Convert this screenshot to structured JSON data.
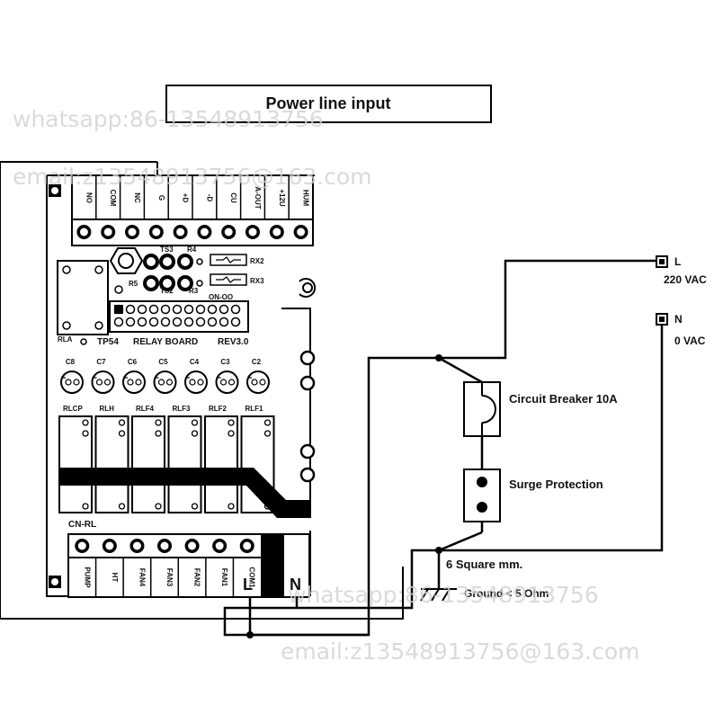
{
  "title": "Power line input",
  "board": {
    "top_terminals": [
      "NO",
      "COM",
      "NC",
      "G",
      "+D",
      "-D",
      "CU",
      "A-OUT",
      "+12U",
      "HUM"
    ],
    "ts3": "TS3",
    "ts2": "TS2",
    "r4": "R4",
    "r3": "R3",
    "r5": "R5",
    "rx2": "RX2",
    "rx3": "RX3",
    "onoff": "ON-OO",
    "rla": "RLA",
    "board_name": "TP54",
    "board_text": "RELAY BOARD",
    "board_rev": "REV3.0",
    "capacitors": [
      "C8",
      "C7",
      "C6",
      "C5",
      "C4",
      "C3",
      "C2"
    ],
    "relays": [
      "RLCP",
      "RLH",
      "RLF4",
      "RLF3",
      "RLF2",
      "RLF1"
    ],
    "cn_rl": "CN-RL",
    "bottom_terminals": [
      "PUMP",
      "HT",
      "FAN4",
      "FAN3",
      "FAN2",
      "FAN1",
      "COM1"
    ],
    "terminal_l": "L",
    "terminal_n": "N"
  },
  "supply": {
    "l_label": "L",
    "l_voltage": "220 VAC",
    "n_label": "N",
    "n_voltage": "0  VAC"
  },
  "components": {
    "breaker": "Circuit Breaker 10A",
    "surge": "Surge Protection",
    "wire": "6 Square mm.",
    "ground": "Ground < 5 Ohm"
  },
  "watermarks": {
    "whatsapp_top": "whatsapp:86-13548913756",
    "email_top": "email:z13548913756@163.com",
    "whatsapp_bottom": "whatsapp:86-13548913756",
    "email_bottom": "email:z13548913756@163.com"
  }
}
